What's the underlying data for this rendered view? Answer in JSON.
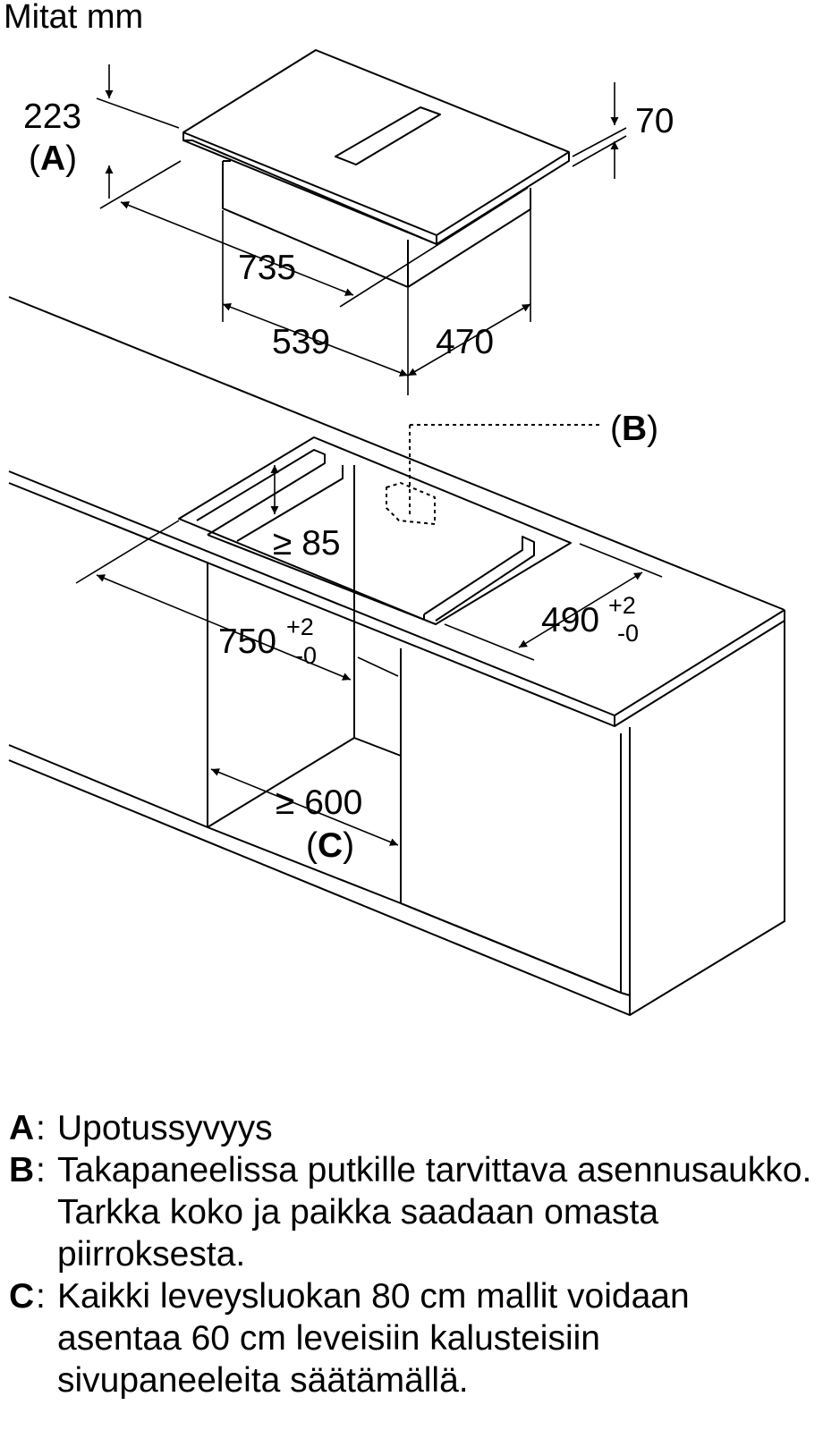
{
  "header": {
    "title": "Mitat mm"
  },
  "dimensions": {
    "d223": "223",
    "a_open": "(",
    "a_key": "A",
    "a_close": ")",
    "d70": "70",
    "d735": "735",
    "d539": "539",
    "d470": "470",
    "b_open": "(",
    "b_key": "B",
    "b_close": ")",
    "d85": "≥ 85",
    "d490": "490",
    "d490_plus": "+2",
    "d490_minus": "-0",
    "d750": "750",
    "d750_plus": "+2",
    "d750_minus": "-0",
    "d600": "≥ 600",
    "c_open": "(",
    "c_key": "C",
    "c_close": ")"
  },
  "legend": [
    {
      "key": "A",
      "text": "Upotussyvyys"
    },
    {
      "key": "B",
      "text": "Takapaneelissa putkille tarvittava asennusaukko. Tarkka koko ja paikka saadaan omasta piirroksesta."
    },
    {
      "key": "C",
      "text": "Kaikki leveysluokan 80 cm mallit voidaan asentaa 60 cm leveisiin kalusteisiin sivupaneeleita säätämällä."
    }
  ]
}
